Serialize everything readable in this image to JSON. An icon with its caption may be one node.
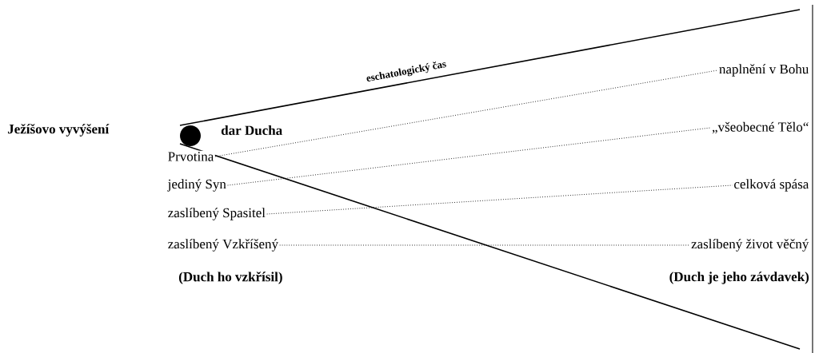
{
  "diagram": {
    "nodes": [
      {
        "text": [
          "Prvotina"
        ]
      },
      {
        "text": [
          "jediný Syn"
        ]
      },
      {
        "text": [
          "zaslíbený Spasitel"
        ]
      },
      {
        "text": [
          "zaslíbený Vzkříšený"
        ]
      },
      {
        "text": [
          "naplnění v Bohu"
        ]
      },
      {
        "text": [
          "„všeobecné Tělo“"
        ]
      },
      {
        "text": [
          "celková spása"
        ]
      },
      {
        "text": [
          "zaslíbený život věčný"
        ]
      }
    ],
    "edges": [
      {
        "from": 0,
        "to": 4,
        "arrow": "none"
      },
      {
        "from": 1,
        "to": 5,
        "arrow": "none"
      },
      {
        "from": 2,
        "to": 6,
        "arrow": "none"
      },
      {
        "from": 3,
        "to": 7,
        "arrow": "none"
      }
    ],
    "labels": [
      "Ježíšovo vyvýšení",
      "dar Ducha",
      "eschatologický čas",
      "(Duch ho vzkřísil)",
      "(Duch je jeho závdavek)"
    ]
  }
}
